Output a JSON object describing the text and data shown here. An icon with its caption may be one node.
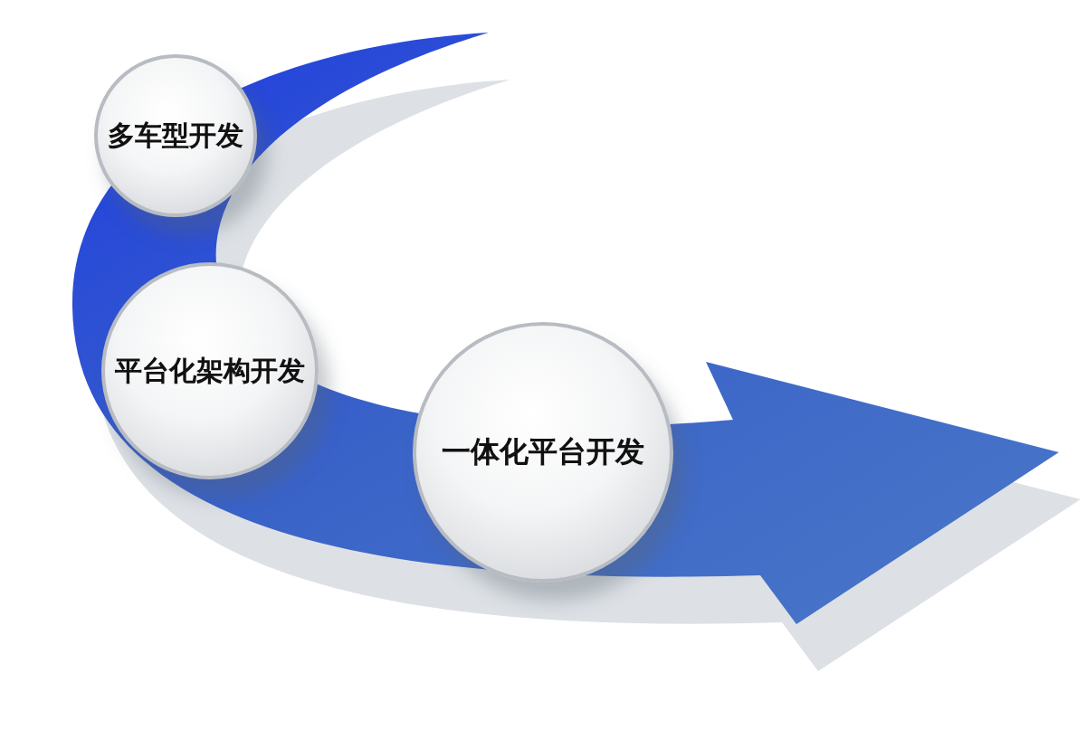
{
  "diagram": {
    "nodes": [
      {
        "text": [
          "多车型开发"
        ]
      },
      {
        "text": [
          "平台化架构开发"
        ]
      },
      {
        "text": [
          "一体化平台开发"
        ]
      }
    ]
  }
}
